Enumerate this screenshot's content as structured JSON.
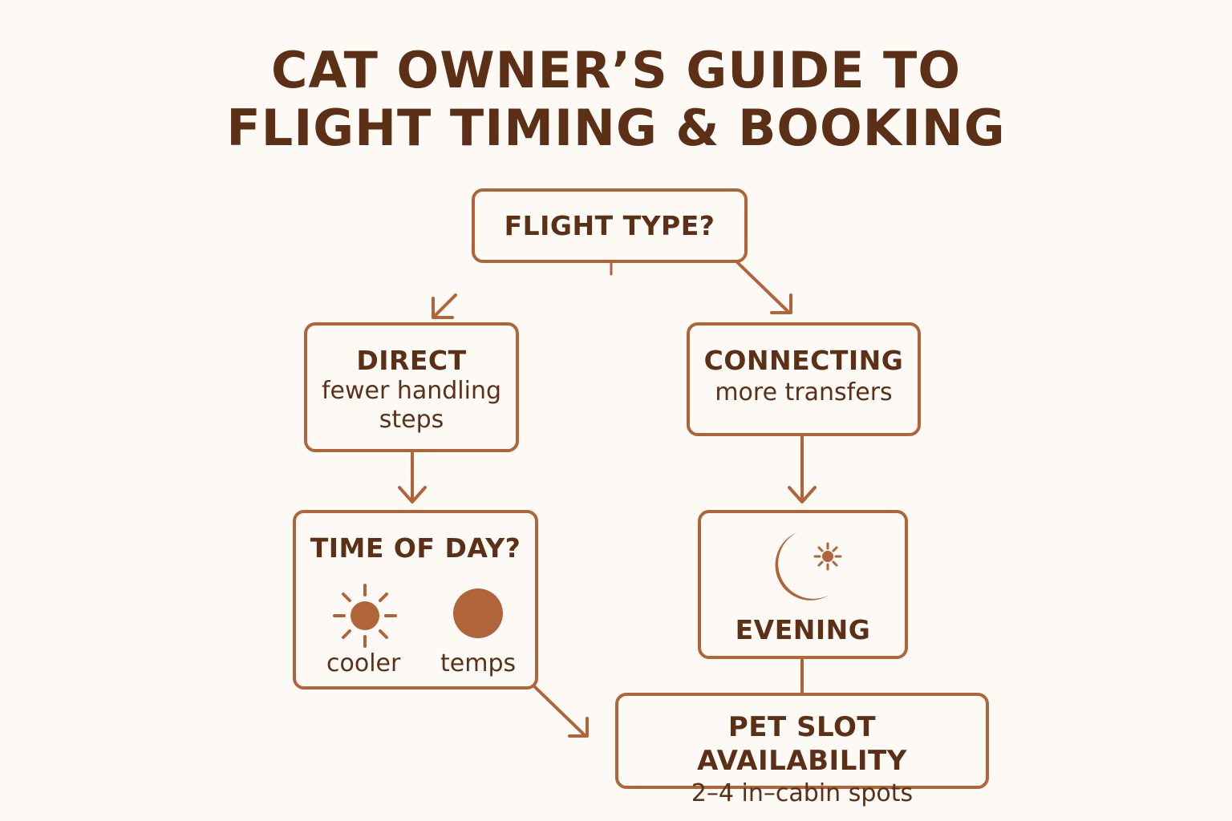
{
  "title": {
    "line1": "CAT OWNER’S GUIDE TO",
    "line2": "FLIGHT TIMING & BOOKING"
  },
  "nodes": {
    "flight_type": {
      "label": "FLIGHT TYPE?"
    },
    "direct": {
      "label": "DIRECT",
      "sub_line1": "fewer handling",
      "sub_line2": "steps"
    },
    "connecting": {
      "label": "CONNECTING",
      "sub": "more transfers"
    },
    "time_of_day": {
      "label": "TIME OF DAY?",
      "left_label": "cooler",
      "right_label": "temps",
      "left_icon": "sun-icon",
      "right_icon": "circle-icon"
    },
    "evening": {
      "label": "EVENING",
      "icon": "moon-sun-icon"
    },
    "pet_slot": {
      "label": "PET SLOT AVAILABILITY",
      "sub": "2–4 in–cabin spots"
    }
  },
  "colors": {
    "background": "#fdfaf5",
    "text": "#5c2f17",
    "accent": "#b0643a"
  }
}
